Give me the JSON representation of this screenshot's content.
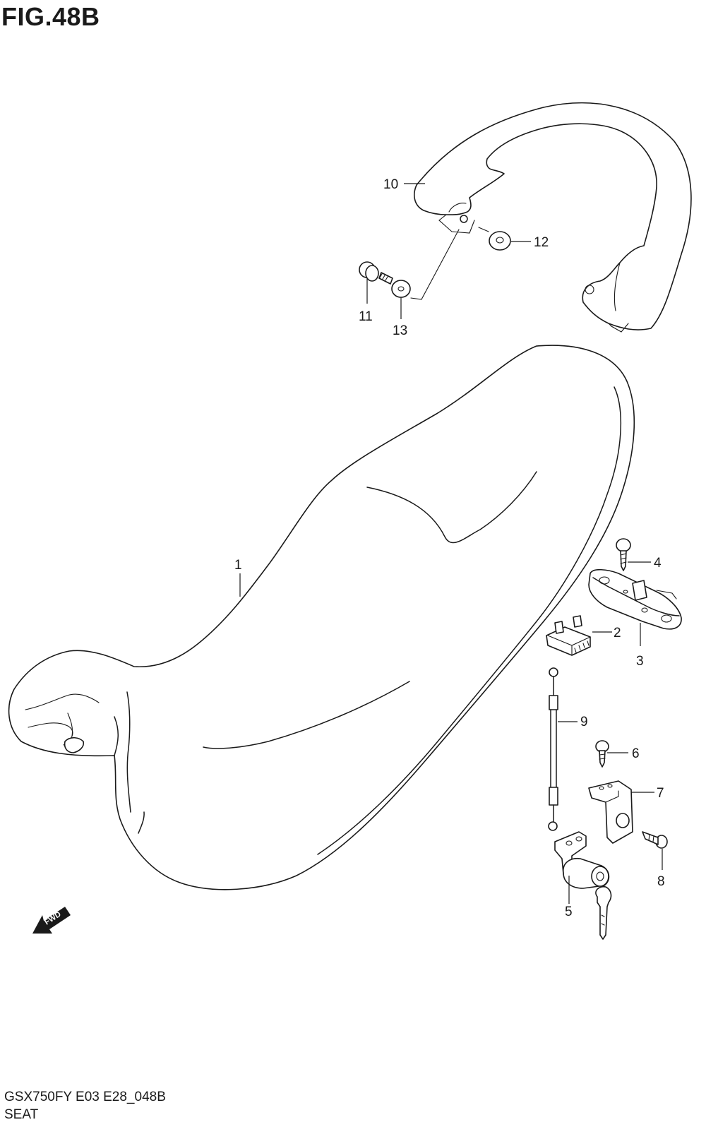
{
  "figure": {
    "title": "FIG.48B"
  },
  "footer": {
    "model_code": "GSX750FY E03 E28_048B",
    "section_name": "SEAT"
  },
  "fwd_badge": {
    "label": "FWD"
  },
  "callouts": [
    {
      "id": "1",
      "label": "1"
    },
    {
      "id": "2",
      "label": "2"
    },
    {
      "id": "3",
      "label": "3"
    },
    {
      "id": "4",
      "label": "4"
    },
    {
      "id": "5",
      "label": "5"
    },
    {
      "id": "6",
      "label": "6"
    },
    {
      "id": "7",
      "label": "7"
    },
    {
      "id": "8",
      "label": "8"
    },
    {
      "id": "9",
      "label": "9"
    },
    {
      "id": "10",
      "label": "10"
    },
    {
      "id": "11",
      "label": "11"
    },
    {
      "id": "12",
      "label": "12"
    },
    {
      "id": "13",
      "label": "13"
    }
  ]
}
